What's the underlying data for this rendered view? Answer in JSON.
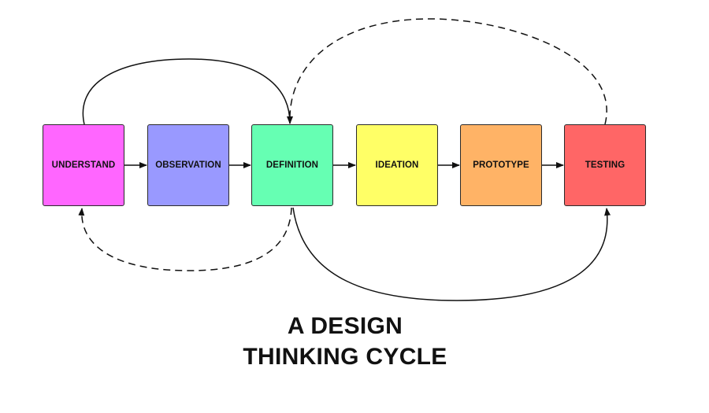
{
  "stages": [
    {
      "label": "UNDERSTAND",
      "color": "#ff66ff"
    },
    {
      "label": "OBSERVATION",
      "color": "#9999ff"
    },
    {
      "label": "DEFINITION",
      "color": "#66ffb3"
    },
    {
      "label": "IDEATION",
      "color": "#ffff66"
    },
    {
      "label": "PROTOTYPE",
      "color": "#ffb366"
    },
    {
      "label": "TESTING",
      "color": "#ff6666"
    }
  ],
  "title": {
    "line1": "A DESIGN",
    "line2": "THINKING CYCLE"
  },
  "connectors": [
    {
      "from": "UNDERSTAND",
      "to": "OBSERVATION",
      "style": "solid"
    },
    {
      "from": "OBSERVATION",
      "to": "DEFINITION",
      "style": "solid"
    },
    {
      "from": "DEFINITION",
      "to": "IDEATION",
      "style": "solid"
    },
    {
      "from": "IDEATION",
      "to": "PROTOTYPE",
      "style": "solid"
    },
    {
      "from": "PROTOTYPE",
      "to": "TESTING",
      "style": "solid"
    },
    {
      "from": "UNDERSTAND",
      "to": "DEFINITION",
      "style": "solid"
    },
    {
      "from": "TESTING",
      "to": "DEFINITION",
      "style": "dashed"
    },
    {
      "from": "DEFINITION",
      "to": "UNDERSTAND",
      "style": "dashed"
    },
    {
      "from": "DEFINITION",
      "to": "TESTING",
      "style": "solid"
    }
  ],
  "colors": {
    "stroke": "#111111",
    "background": "#ffffff"
  }
}
